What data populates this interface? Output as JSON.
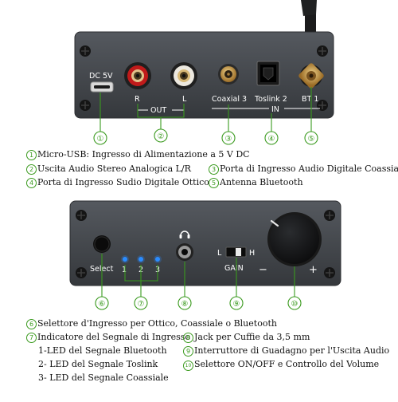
{
  "top_panel": {
    "labels": {
      "dc": "DC 5V",
      "r": "R",
      "l": "L",
      "out": "OUT",
      "coaxial": "Coaxial 3",
      "toslink": "Toslink 2",
      "bt": "BT 1",
      "in": "IN"
    },
    "callouts": [
      "①",
      "②",
      "③",
      "④",
      "⑤"
    ]
  },
  "legend_top": [
    {
      "num": "1",
      "text": "Micro-USB: Ingresso di Alimentazione a 5 V DC"
    },
    {
      "num": "2",
      "text": "Uscita Audio Stereo Analogica L/R"
    },
    {
      "num": "3",
      "text": "Porta di Ingresso Audio Digitale Coassiale"
    },
    {
      "num": "4",
      "text": "Porta di Ingresso Sudio Digitale Ottico"
    },
    {
      "num": "5",
      "text": "Antenna Bluetooth"
    }
  ],
  "front_panel": {
    "labels": {
      "select": "Select",
      "led1": "1",
      "led2": "2",
      "led3": "3",
      "switch_l": "L",
      "switch_h": "H",
      "gain": "GAIN",
      "minus": "−",
      "plus": "+"
    },
    "callouts": [
      "⑥",
      "⑦",
      "⑧",
      "⑨",
      "⑩"
    ]
  },
  "legend_bottom": [
    {
      "num": "6",
      "text": "Selettore d'Ingresso per Ottico, Coassiale o Bluetooth"
    },
    {
      "num": "7",
      "text": "Indicatore del Segnale di Ingresso"
    },
    {
      "num": "8",
      "text": "Jack per Cuffie da 3,5 mm"
    },
    {
      "num": "9",
      "text": "Interruttore di Guadagno per l'Uscita Audio"
    },
    {
      "num": "10",
      "text": "Selettore ON/OFF e Controllo del Volume"
    }
  ],
  "led_items": [
    "1-LED del Segnale Bluetooth",
    "2- LED del Segnale Toslink",
    "3- LED del Segnale Coassiale"
  ],
  "colors": {
    "panel": "#3f4247",
    "accent_green": "#3a9a1e",
    "led_blue": "#2a8cff",
    "rca_red": "#c01a1a",
    "gold": "#c79a48"
  }
}
